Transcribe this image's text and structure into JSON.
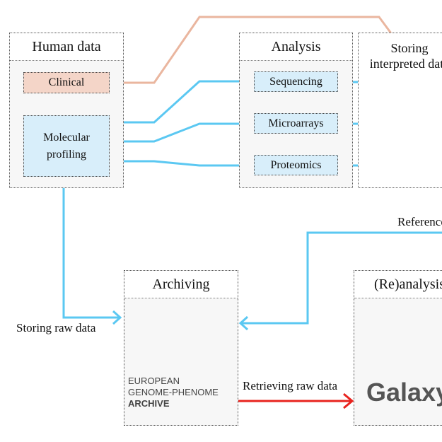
{
  "boxes": {
    "human_data": {
      "title": "Human data",
      "clinical": "Clinical",
      "molecular": "Molecular profiling"
    },
    "analysis": {
      "title": "Analysis",
      "sequencing": "Sequencing",
      "microarrays": "Microarrays",
      "proteomics": "Proteomics"
    },
    "storing": {
      "title": "Storing interpreted data"
    },
    "archiving": {
      "title": "Archiving"
    },
    "reanalysis": {
      "title": "(Re)analysis"
    }
  },
  "labels": {
    "storing_raw": "Storing raw data",
    "retrieving_raw": "Retrieving raw data",
    "reference": "Reference"
  },
  "ega_logo": {
    "line1": "EUROPEAN",
    "line2": "GENOME-PHENOME",
    "line3": "ARCHIVE"
  },
  "galaxy_logo": {
    "text": "Galaxy"
  },
  "colors": {
    "flow_blue": "#5bc8f2",
    "clinical_line": "#eab69f",
    "retrieve_arrow": "#e8231e",
    "node_blue": "#d8eefa",
    "node_salmon": "#f4d5c8"
  }
}
